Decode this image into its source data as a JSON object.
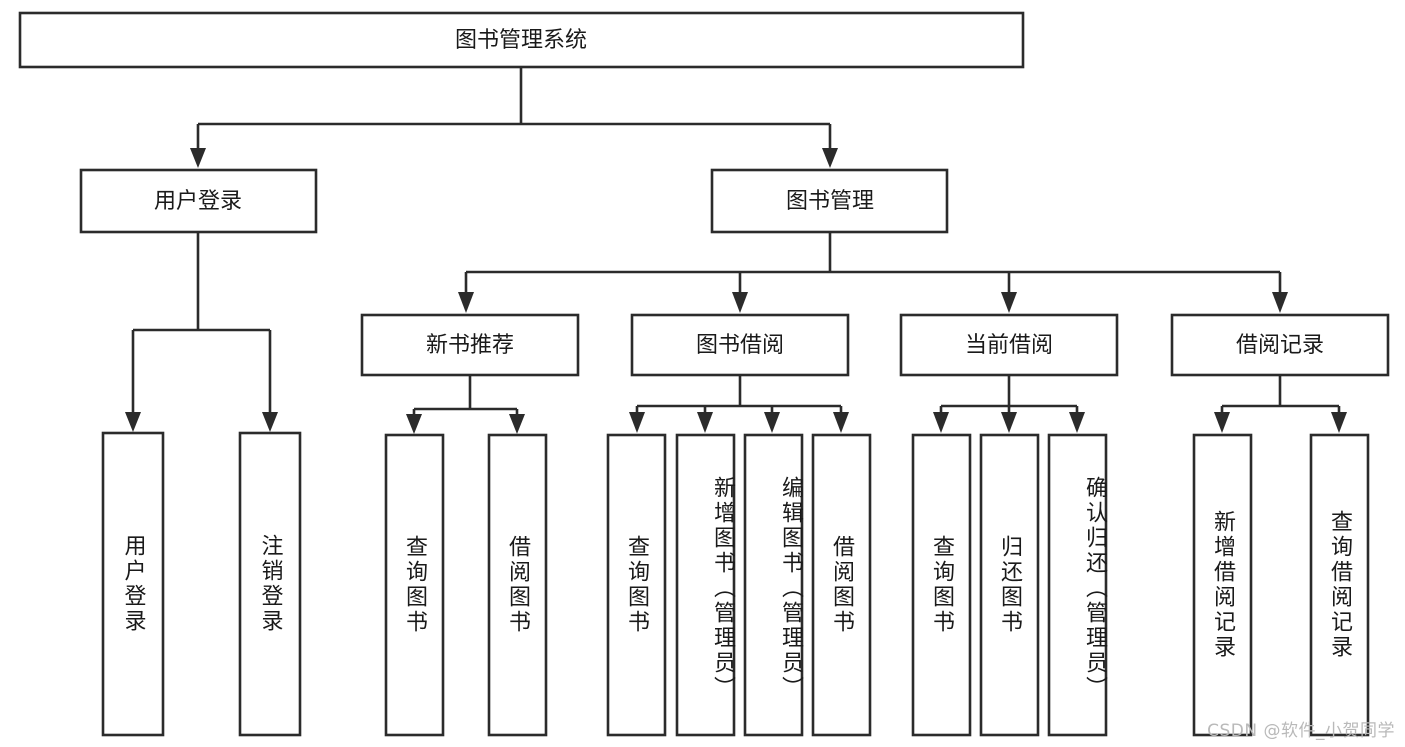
{
  "diagram": {
    "title": "图书管理系统",
    "type": "tree-hierarchy-diagram",
    "colors": {
      "box_fill": "#ffffff",
      "box_stroke": "#2b2b2b",
      "text": "#1a1a1a",
      "background": "#ffffff",
      "watermark": "#b9b9b9"
    },
    "root": {
      "label": "图书管理系统"
    },
    "level2": [
      {
        "label": "用户登录"
      },
      {
        "label": "图书管理"
      }
    ],
    "level3": [
      {
        "label": "新书推荐"
      },
      {
        "label": "图书借阅"
      },
      {
        "label": "当前借阅"
      },
      {
        "label": "借阅记录"
      }
    ],
    "leaves": {
      "user_login": [
        {
          "label": "用户登录"
        },
        {
          "label": "注销登录"
        }
      ],
      "new_book_recommend": [
        {
          "label": "查询图书"
        },
        {
          "label": "借阅图书"
        }
      ],
      "book_borrow": [
        {
          "label": "查询图书"
        },
        {
          "label": "新增图书（管理员）"
        },
        {
          "label": "编辑图书（管理员）"
        },
        {
          "label": "借阅图书"
        }
      ],
      "current_borrow": [
        {
          "label": "查询图书"
        },
        {
          "label": "归还图书"
        },
        {
          "label": "确认归还（管理员）"
        }
      ],
      "borrow_record": [
        {
          "label": "新增借阅记录"
        },
        {
          "label": "查询借阅记录"
        }
      ]
    }
  },
  "watermark": {
    "text": "CSDN @软件_小贺同学"
  }
}
